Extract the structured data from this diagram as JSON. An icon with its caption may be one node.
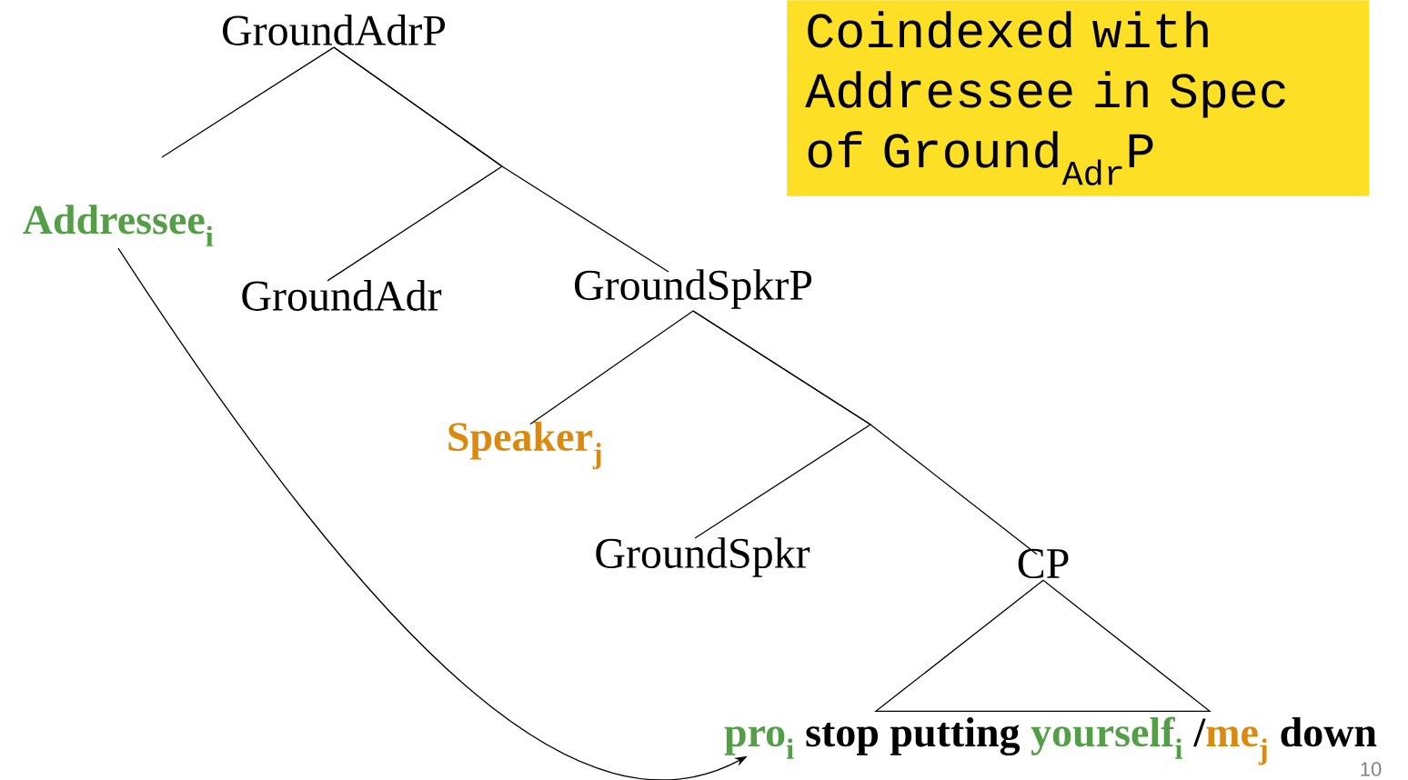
{
  "diagram": {
    "nodes": [
      {
        "text": [
          "GroundAdrP"
        ]
      },
      {
        "text": [
          "Addressee$_{i}$"
        ]
      },
      {
        "text": [
          "GroundAdr"
        ]
      },
      {
        "text": [
          "GroundSpkrP"
        ]
      },
      {
        "text": [
          "Speaker$_{j}$"
        ]
      },
      {
        "text": [
          "GroundSpkr"
        ]
      },
      {
        "text": [
          "CP"
        ]
      },
      {
        "text": [
          "pro$_{i}$",
          "stop putting",
          "yourself$_{i}$",
          "/",
          "me$_{j}$",
          "down"
        ]
      },
      {
        "text": [
          "Coindexed with Addressee in Spec of Ground$_{Adr}$P"
        ]
      }
    ],
    "edges": [
      {
        "from": 0,
        "to": 1,
        "arrow": "none"
      },
      {
        "from": 0,
        "to": 2,
        "arrow": "none"
      },
      {
        "from": 0,
        "to": 3,
        "arrow": "none"
      },
      {
        "from": 3,
        "to": 4,
        "arrow": "none"
      },
      {
        "from": 3,
        "to": 5,
        "arrow": "none"
      },
      {
        "from": 3,
        "to": 6,
        "arrow": "none"
      },
      {
        "from": 6,
        "to": 7,
        "arrow": "none"
      },
      {
        "from": 1,
        "to": 7,
        "arrow": "to"
      }
    ],
    "labels": [
      "10"
    ]
  }
}
